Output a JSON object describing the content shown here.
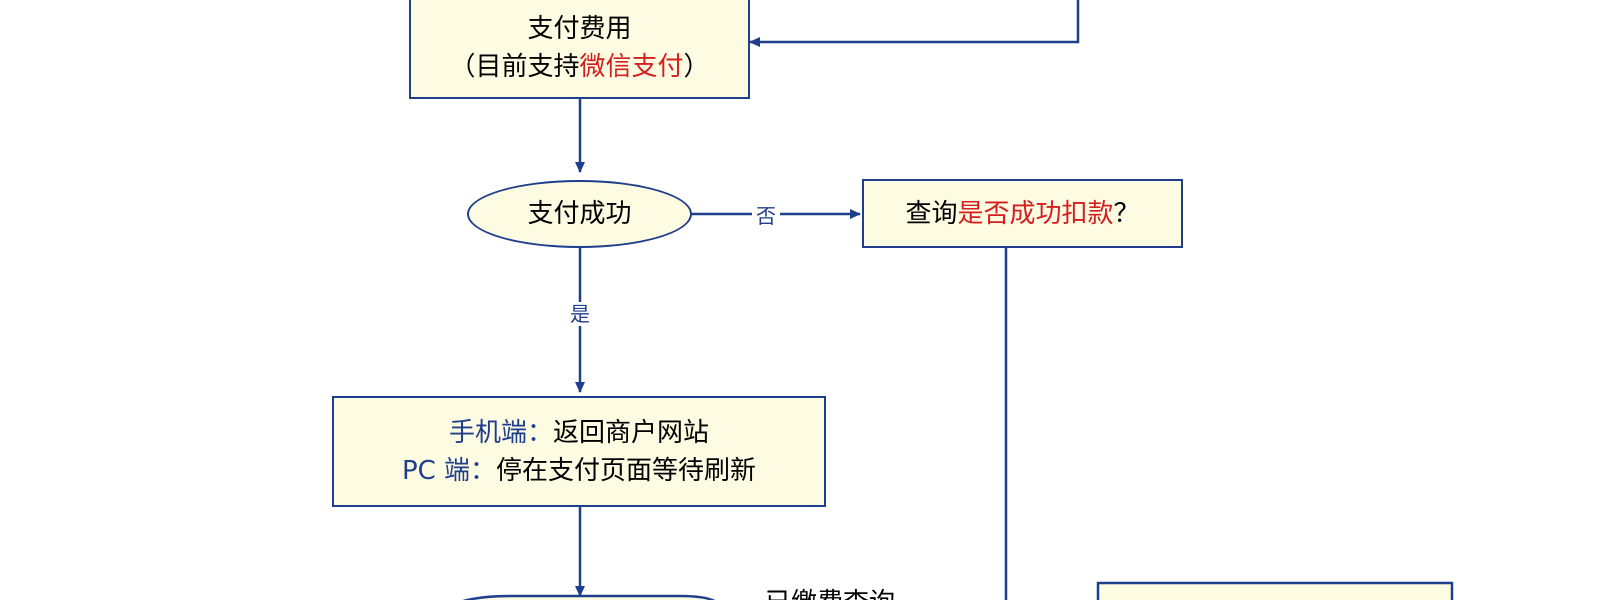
{
  "colors": {
    "box_fill": "#fdfbe2",
    "border_blue": "#1f3e8c",
    "highlight_red": "#d41f1f",
    "text": "#000000"
  },
  "nodes": {
    "pay_fee": {
      "line1": "支付费用",
      "line2_prefix": "（目前支持",
      "line2_highlight": "微信支付",
      "line2_suffix": "）"
    },
    "pay_success": {
      "label": "支付成功"
    },
    "check_deduction": {
      "prefix": "查询",
      "highlight": "是否成功扣款",
      "suffix": "？"
    },
    "return_page": {
      "mobile_label": "手机端：",
      "mobile_text": "返回商户网站",
      "pc_label": "PC 端：",
      "pc_text": "停在支付页面等待刷新"
    },
    "paid_query_partial": "已缴费查询"
  },
  "edges": {
    "no_label": "否",
    "yes_label": "是"
  }
}
